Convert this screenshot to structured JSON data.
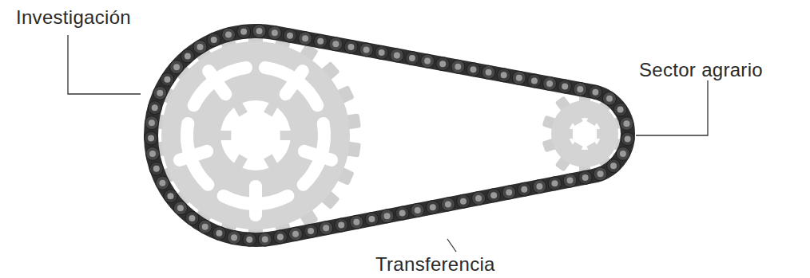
{
  "diagram": {
    "labels": [
      "Investigación",
      "Sector agrario",
      "Transferencia"
    ]
  }
}
